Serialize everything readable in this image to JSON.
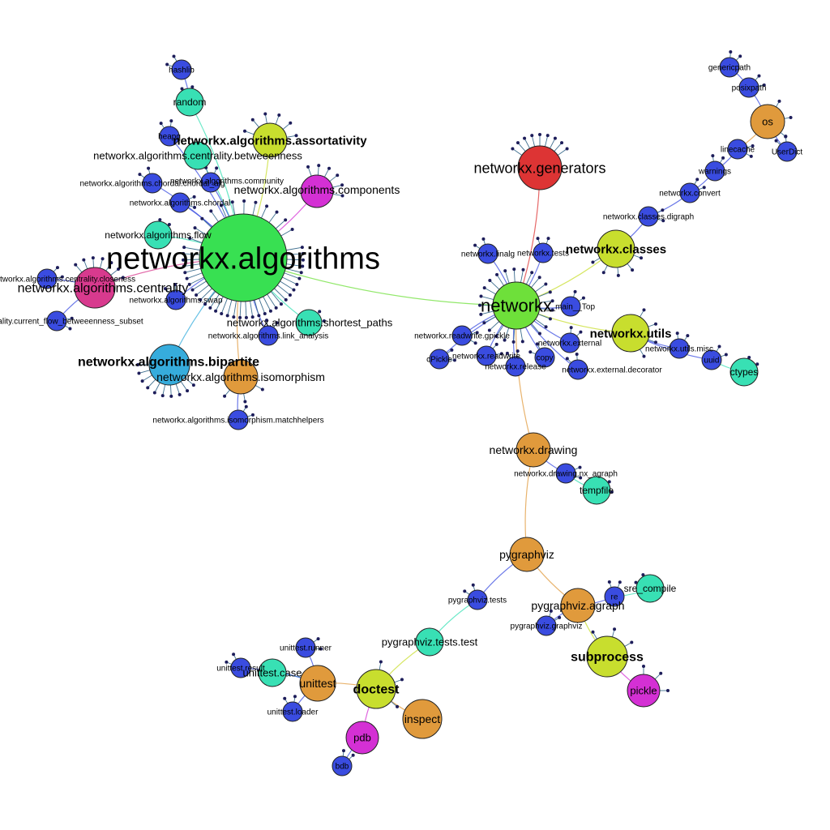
{
  "colors": {
    "green": "#38e052",
    "lime": "#c8de2e",
    "red": "#dd3434",
    "magenta": "#d430d4",
    "pink": "#d83a8e",
    "teal": "#38e0b4",
    "cyan": "#36acdc",
    "orange": "#e09a3c",
    "blue": "#3a4ce0",
    "lgreen": "#6ee03a"
  },
  "nodes": [
    {
      "id": "networkx.algorithms",
      "label": "networkx.algorithms",
      "color": "green",
      "bold": false
    },
    {
      "id": "networkx",
      "label": "networkx",
      "color": "lgreen",
      "bold": false
    },
    {
      "id": "networkx.generators",
      "label": "networkx.generators",
      "color": "red",
      "bold": false
    },
    {
      "id": "networkx.classes",
      "label": "networkx.classes",
      "color": "lime",
      "bold": true
    },
    {
      "id": "networkx.utils",
      "label": "networkx.utils",
      "color": "lime",
      "bold": true
    },
    {
      "id": "os",
      "label": "os",
      "color": "orange",
      "bold": false
    },
    {
      "id": "networkx.algorithms.centrality",
      "label": "networkx.algorithms.centrality",
      "color": "pink",
      "bold": false
    },
    {
      "id": "networkx.algorithms.bipartite",
      "label": "networkx.algorithms.bipartite",
      "color": "cyan",
      "bold": true
    },
    {
      "id": "networkx.algorithms.assortativity",
      "label": "networkx.algorithms.assortativity",
      "color": "lime",
      "bold": true
    },
    {
      "id": "networkx.algorithms.components",
      "label": "networkx.algorithms.components",
      "color": "magenta",
      "bold": false
    },
    {
      "id": "networkx.algorithms.isomorphism",
      "label": "networkx.algorithms.isomorphism",
      "color": "orange",
      "bold": false
    },
    {
      "id": "networkx.algorithms.shortest_paths",
      "label": "networkx.algorithms.shortest_paths",
      "color": "teal",
      "bold": false
    },
    {
      "id": "networkx.algorithms.centrality.betweeenness",
      "label": "networkx.algorithms.centrality.betweeenness",
      "color": "teal",
      "bold": false
    },
    {
      "id": "networkx.algorithms.flow",
      "label": "networkx.algorithms.flow",
      "color": "teal",
      "bold": false
    },
    {
      "id": "random",
      "label": "random",
      "color": "teal",
      "bold": false
    },
    {
      "id": "hashlib",
      "label": "hashlib",
      "color": "blue",
      "bold": false
    },
    {
      "id": "heapq",
      "label": "heapq",
      "color": "blue",
      "bold": false
    },
    {
      "id": "networkx.algorithms.chordal.chordal_alg",
      "label": "networkx.algorithms.chordal.chordal_alg",
      "color": "blue",
      "bold": false
    },
    {
      "id": "networkx.algorithms.community",
      "label": "networkx.algorithms.community",
      "color": "blue",
      "bold": false
    },
    {
      "id": "networkx.algorithms.chordal",
      "label": "networkx.algorithms.chordal",
      "color": "blue",
      "bold": false
    },
    {
      "id": "networkx.algorithms.centrality.closeness",
      "label": "networkx.algorithms.centrality.closeness",
      "color": "blue",
      "bold": false
    },
    {
      "id": "networkx.algorithms.centrality.current_flow_betweeenness_subset",
      "label": "networkx.algorithms.centrality.current_flow_betweeenness_subset",
      "color": "blue",
      "bold": false
    },
    {
      "id": "networkx.algorithms.swap",
      "label": "networkx.algorithms.swap",
      "color": "blue",
      "bold": false
    },
    {
      "id": "networkx.algorithms.link_analysis",
      "label": "networkx.algorithms.link_analysis",
      "color": "blue",
      "bold": false
    },
    {
      "id": "networkx.algorithms.isomorphism.matchhelpers",
      "label": "networkx.algorithms.isomorphism.matchhelpers",
      "color": "blue",
      "bold": false
    },
    {
      "id": "genericpath",
      "label": "genericpath",
      "color": "blue",
      "bold": false
    },
    {
      "id": "posixpath",
      "label": "posixpath",
      "color": "blue",
      "bold": false
    },
    {
      "id": "linecache",
      "label": "linecache",
      "color": "blue",
      "bold": false
    },
    {
      "id": "UserDict",
      "label": "UserDict",
      "color": "blue",
      "bold": false
    },
    {
      "id": "warnings",
      "label": "warnings",
      "color": "blue",
      "bold": false
    },
    {
      "id": "networkx.convert",
      "label": "networkx.convert",
      "color": "blue",
      "bold": false
    },
    {
      "id": "networkx.classes.digraph",
      "label": "networkx.classes.digraph",
      "color": "blue",
      "bold": false
    },
    {
      "id": "networkx.linalg",
      "label": "networkx.linalg",
      "color": "blue",
      "bold": false
    },
    {
      "id": "networkx.tests",
      "label": "networkx.tests",
      "color": "blue",
      "bold": false
    },
    {
      "id": "__main__Top",
      "label": "__main__Top",
      "color": "blue",
      "bold": false
    },
    {
      "id": "networkx.readwrite.gpickle",
      "label": "networkx.readwrite.gpickle",
      "color": "blue",
      "bold": false
    },
    {
      "id": "networkx.external",
      "label": "networkx.external",
      "color": "blue",
      "bold": false
    },
    {
      "id": "cPickle",
      "label": "cPickle",
      "color": "blue",
      "bold": false
    },
    {
      "id": "networkx.readwrite",
      "label": "networkx.readwrite",
      "color": "blue",
      "bold": false
    },
    {
      "id": "copy",
      "label": "copy",
      "color": "blue",
      "bold": false
    },
    {
      "id": "networkx.release",
      "label": "networkx.release",
      "color": "blue",
      "bold": false
    },
    {
      "id": "networkx.external.decorator",
      "label": "networkx.external.decorator",
      "color": "blue",
      "bold": false
    },
    {
      "id": "networkx.utils.misc",
      "label": "networkx.utils.misc",
      "color": "blue",
      "bold": false
    },
    {
      "id": "uuid",
      "label": "uuid",
      "color": "blue",
      "bold": false
    },
    {
      "id": "ctypes",
      "label": "ctypes",
      "color": "teal",
      "bold": false
    },
    {
      "id": "networkx.drawing",
      "label": "networkx.drawing",
      "color": "orange",
      "bold": false
    },
    {
      "id": "networkx.drawing.nx_agraph",
      "label": "networkx.drawing.nx_agraph",
      "color": "blue",
      "bold": false
    },
    {
      "id": "tempfile",
      "label": "tempfile",
      "color": "teal",
      "bold": false
    },
    {
      "id": "pygraphviz",
      "label": "pygraphviz",
      "color": "orange",
      "bold": false
    },
    {
      "id": "pygraphviz.tests",
      "label": "pygraphviz.tests",
      "color": "blue",
      "bold": false
    },
    {
      "id": "pygraphviz.agraph",
      "label": "pygraphviz.agraph",
      "color": "orange",
      "bold": false
    },
    {
      "id": "re",
      "label": "re",
      "color": "blue",
      "bold": false
    },
    {
      "id": "sre_compile",
      "label": "sre_compile",
      "color": "teal",
      "bold": false
    },
    {
      "id": "pygraphviz.graphviz",
      "label": "pygraphviz.graphviz",
      "color": "blue",
      "bold": false
    },
    {
      "id": "subprocess",
      "label": "subprocess",
      "color": "lime",
      "bold": true
    },
    {
      "id": "pickle",
      "label": "pickle",
      "color": "magenta",
      "bold": false
    },
    {
      "id": "pygraphviz.tests.test",
      "label": "pygraphviz.tests.test",
      "color": "teal",
      "bold": false
    },
    {
      "id": "doctest",
      "label": "doctest",
      "color": "lime",
      "bold": true
    },
    {
      "id": "unittest",
      "label": "unittest",
      "color": "orange",
      "bold": false
    },
    {
      "id": "unittest.case",
      "label": "unittest.case",
      "color": "teal",
      "bold": false
    },
    {
      "id": "unittest.runner",
      "label": "unittest.runner",
      "color": "blue",
      "bold": false
    },
    {
      "id": "unittest.result",
      "label": "unittest.result",
      "color": "blue",
      "bold": false
    },
    {
      "id": "unittest.loader",
      "label": "unittest.loader",
      "color": "blue",
      "bold": false
    },
    {
      "id": "inspect",
      "label": "inspect",
      "color": "orange",
      "bold": false
    },
    {
      "id": "pdb",
      "label": "pdb",
      "color": "magenta",
      "bold": false
    },
    {
      "id": "bdb",
      "label": "bdb",
      "color": "blue",
      "bold": false
    }
  ],
  "edges": [
    [
      "networkx.algorithms",
      "networkx"
    ],
    [
      "networkx",
      "networkx.generators"
    ],
    [
      "networkx",
      "networkx.classes"
    ],
    [
      "networkx",
      "networkx.utils"
    ],
    [
      "networkx",
      "networkx.drawing"
    ],
    [
      "networkx",
      "networkx.linalg"
    ],
    [
      "networkx",
      "networkx.tests"
    ],
    [
      "networkx",
      "__main__Top"
    ],
    [
      "networkx",
      "networkx.readwrite.gpickle"
    ],
    [
      "networkx",
      "networkx.external"
    ],
    [
      "networkx",
      "cPickle"
    ],
    [
      "networkx",
      "networkx.readwrite"
    ],
    [
      "networkx",
      "copy"
    ],
    [
      "networkx",
      "networkx.release"
    ],
    [
      "networkx",
      "networkx.external.decorator"
    ],
    [
      "networkx.classes",
      "networkx.classes.digraph"
    ],
    [
      "networkx.classes.digraph",
      "networkx.convert"
    ],
    [
      "networkx.convert",
      "warnings"
    ],
    [
      "warnings",
      "linecache"
    ],
    [
      "linecache",
      "os"
    ],
    [
      "os",
      "posixpath"
    ],
    [
      "posixpath",
      "genericpath"
    ],
    [
      "os",
      "UserDict"
    ],
    [
      "networkx.utils",
      "networkx.utils.misc"
    ],
    [
      "networkx.utils",
      "uuid"
    ],
    [
      "uuid",
      "ctypes"
    ],
    [
      "networkx.drawing",
      "networkx.drawing.nx_agraph"
    ],
    [
      "networkx.drawing.nx_agraph",
      "tempfile"
    ],
    [
      "networkx.drawing",
      "pygraphviz"
    ],
    [
      "pygraphviz",
      "pygraphviz.tests"
    ],
    [
      "pygraphviz",
      "pygraphviz.agraph"
    ],
    [
      "pygraphviz.agraph",
      "re"
    ],
    [
      "re",
      "sre_compile"
    ],
    [
      "pygraphviz.agraph",
      "pygraphviz.graphviz"
    ],
    [
      "pygraphviz.agraph",
      "subprocess"
    ],
    [
      "subprocess",
      "pickle"
    ],
    [
      "pygraphviz.tests",
      "pygraphviz.tests.test"
    ],
    [
      "pygraphviz.tests.test",
      "doctest"
    ],
    [
      "doctest",
      "unittest"
    ],
    [
      "unittest",
      "unittest.case"
    ],
    [
      "unittest",
      "unittest.runner"
    ],
    [
      "unittest",
      "unittest.result"
    ],
    [
      "unittest",
      "unittest.loader"
    ],
    [
      "doctest",
      "inspect"
    ],
    [
      "doctest",
      "pdb"
    ],
    [
      "pdb",
      "bdb"
    ],
    [
      "networkx.algorithms",
      "networkx.algorithms.centrality"
    ],
    [
      "networkx.algorithms.centrality",
      "networkx.algorithms.centrality.closeness"
    ],
    [
      "networkx.algorithms.centrality",
      "networkx.algorithms.centrality.current_flow_betweeenness_subset"
    ],
    [
      "networkx.algorithms",
      "networkx.algorithms.bipartite"
    ],
    [
      "networkx.algorithms",
      "networkx.algorithms.assortativity"
    ],
    [
      "networkx.algorithms",
      "networkx.algorithms.components"
    ],
    [
      "networkx.algorithms",
      "networkx.algorithms.isomorphism"
    ],
    [
      "networkx.algorithms.isomorphism",
      "networkx.algorithms.isomorphism.matchhelpers"
    ],
    [
      "networkx.algorithms",
      "networkx.algorithms.shortest_paths"
    ],
    [
      "networkx.algorithms",
      "networkx.algorithms.centrality.betweeenness"
    ],
    [
      "networkx.algorithms",
      "networkx.algorithms.flow"
    ],
    [
      "networkx.algorithms",
      "random"
    ],
    [
      "random",
      "hashlib"
    ],
    [
      "networkx.algorithms",
      "heapq"
    ],
    [
      "networkx.algorithms",
      "networkx.algorithms.chordal.chordal_alg"
    ],
    [
      "networkx.algorithms",
      "networkx.algorithms.community"
    ],
    [
      "networkx.algorithms",
      "networkx.algorithms.chordal"
    ],
    [
      "networkx.algorithms",
      "networkx.algorithms.swap"
    ],
    [
      "networkx.algorithms",
      "networkx.algorithms.link_analysis"
    ]
  ]
}
